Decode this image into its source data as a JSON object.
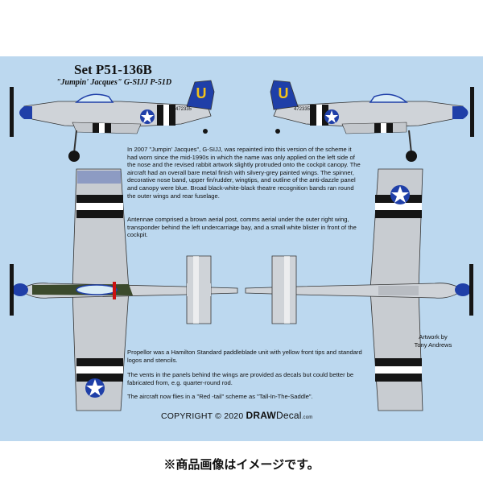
{
  "sheet": {
    "title": "Set P51-136B",
    "subtitle_quote": "\"Jumpin' Jacques\"",
    "subtitle_rest": "G-SIJJ P-51D",
    "paragraph1": "In 2007 \"Jumpin' Jacques\", G-SIJJ, was repainted into this version of the scheme it had worn since the mid-1990s in which the name was only applied on the left side of the nose and the revised rabbit artwork slightly protruded onto the cockpit canopy. The aircraft had an overall bare metal finish with silvery-grey painted wings. The spinner, decorative nose band, upper fin/rudder, wingtips, and outline of the anti-dazzle panel and canopy were blue. Broad black-white-black theatre recognition bands ran round the outer wings and rear fuselage.",
    "paragraph2": "Antennae comprised a brown aerial post, comms aerial under the outer right wing, transponder behind the left undercarriage bay, and a small white blister in front of the cockpit.",
    "paragraph3": "Propellor was a Hamilton Standard paddleblade unit with yellow front tips and standard logos and stencils.",
    "paragraph4": "The vents in the panels behind the wings are provided as decals but could better be fabricated from, e.g. quarter-round rod.",
    "paragraph5": "The aircraft now flies in a \"Red -tail\" scheme as \"Tall-In-The-Saddle\".",
    "credit_line1": "Artwork by",
    "credit_line2": "Tony Andrews",
    "copyright_prefix": "COPYRIGHT © 2020",
    "copyright_brand": "DRAW",
    "copyright_brand2": "Decal",
    "copyright_suffix": ".com",
    "serial_left": "472335",
    "serial_right": "472335",
    "fin_letter": "U"
  },
  "caption": "※商品画像はイメージです。",
  "colors": {
    "sheet_bg": "#bcd8ef",
    "metal": "#cfd3d8",
    "blue": "#1f3fa8",
    "black": "#151515",
    "yellow": "#f2c21a",
    "olive": "#3b4a2c"
  }
}
